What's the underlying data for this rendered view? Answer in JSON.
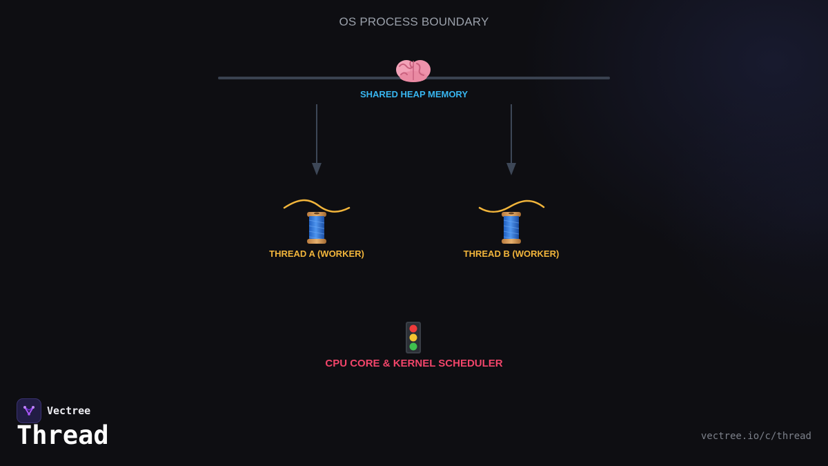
{
  "diagram": {
    "boundary_label": "OS PROCESS BOUNDARY",
    "heap": {
      "label": "SHARED HEAP MEMORY",
      "icon": "brain-icon",
      "color": "#38b6f0"
    },
    "threads": [
      {
        "label": "THREAD A (WORKER)",
        "icon": "spool-of-thread-icon"
      },
      {
        "label": "THREAD B (WORKER)",
        "icon": "spool-of-thread-icon"
      }
    ],
    "thread_color": "#f2b53b",
    "scheduler": {
      "label": "CPU CORE & KERNEL SCHEDULER",
      "icon": "traffic-light-icon",
      "color": "#f2456a"
    }
  },
  "branding": {
    "brand_name": "Vectree",
    "topic": "Thread",
    "url": "vectree.io/c/thread"
  }
}
